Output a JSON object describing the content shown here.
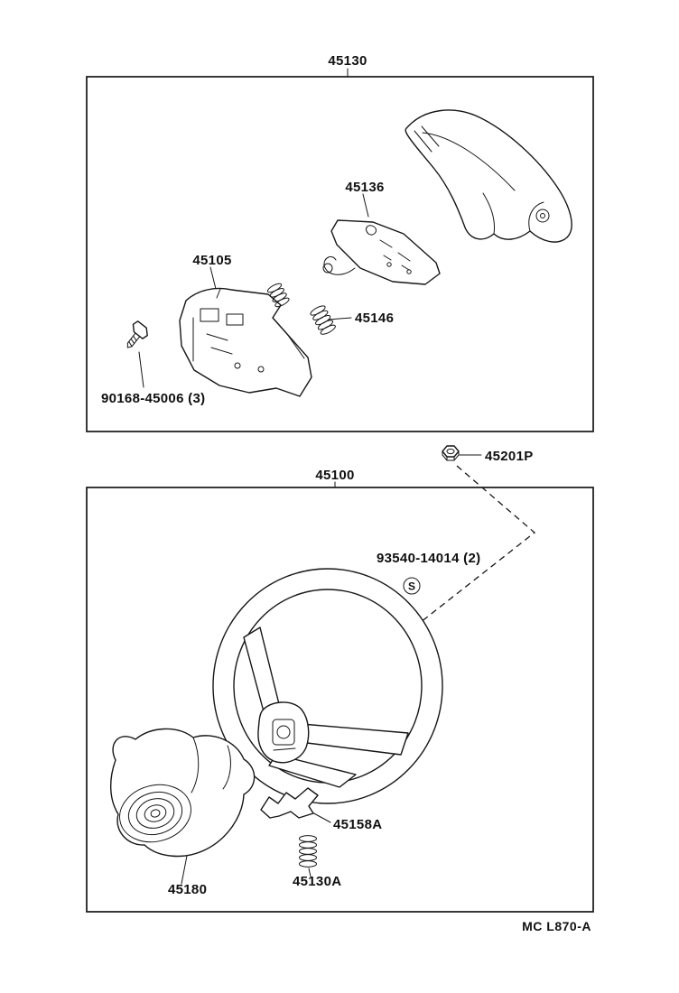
{
  "top_assembly": {
    "box_label": "45130",
    "labels": {
      "contact_plate": "45136",
      "bracket": "45105",
      "spring": "45146",
      "screw": "90168-45006 (3)"
    }
  },
  "fastener": {
    "nut": "45201P"
  },
  "bottom_assembly": {
    "box_label": "45100",
    "labels": {
      "screw_set": "93540-14014 (2)",
      "s_marker": "S",
      "clip": "45158A",
      "spring": "45130A",
      "lower_cover": "45180"
    }
  },
  "footer": {
    "code": "MC L870-A"
  }
}
